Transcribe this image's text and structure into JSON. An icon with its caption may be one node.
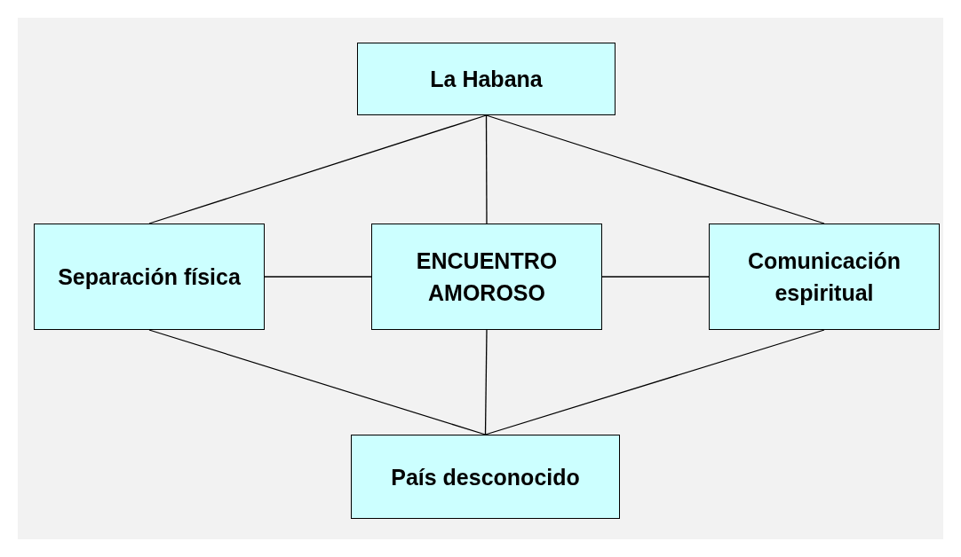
{
  "diagram": {
    "nodes": [
      {
        "text": [
          "La Habana"
        ]
      },
      {
        "text": [
          "Separación física"
        ]
      },
      {
        "text": [
          "ENCUENTRO AMOROSO"
        ]
      },
      {
        "text": [
          "Comunicación espiritual"
        ]
      },
      {
        "text": [
          "País desconocido"
        ]
      }
    ],
    "edges": [
      {
        "from": 0,
        "to": 1,
        "arrow": "none"
      },
      {
        "from": 0,
        "to": 2,
        "arrow": "none"
      },
      {
        "from": 0,
        "to": 3,
        "arrow": "none"
      },
      {
        "from": 1,
        "to": 2,
        "arrow": "none"
      },
      {
        "from": 2,
        "to": 3,
        "arrow": "none"
      },
      {
        "from": 1,
        "to": 4,
        "arrow": "none"
      },
      {
        "from": 2,
        "to": 4,
        "arrow": "none"
      },
      {
        "from": 3,
        "to": 4,
        "arrow": "none"
      }
    ]
  }
}
